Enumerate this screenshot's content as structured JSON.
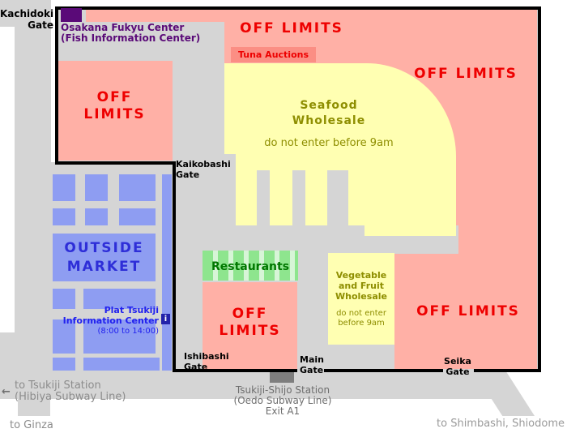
{
  "map": {
    "gates": {
      "kachidoki": {
        "line1": "Kachidoki",
        "line2": "Gate"
      },
      "kaikobashi": {
        "line1": "Kaikobashi",
        "line2": "Gate"
      },
      "ishibashi": {
        "line1": "Ishibashi",
        "line2": "Gate"
      },
      "main": {
        "line1": "Main",
        "line2": "Gate"
      },
      "seika": {
        "line1": "Seika",
        "line2": "Gate"
      }
    },
    "zones": {
      "off_limits_label": "OFF LIMITS",
      "off_limits_line1": "OFF",
      "off_limits_line2": "LIMITS",
      "tuna_auctions": "Tuna Auctions",
      "seafood": {
        "line1": "Seafood",
        "line2": "Wholesale",
        "note": "do not enter before 9am"
      },
      "vegetable": {
        "line1": "Vegetable",
        "line2": "and Fruit",
        "line3": "Wholesale",
        "note1": "do not enter",
        "note2": "before 9am"
      },
      "restaurants": "Restaurants",
      "outside_market": {
        "line1": "OUTSIDE",
        "line2": "MARKET"
      }
    },
    "pois": {
      "osakana": {
        "line1": "Osakana Fukyu Center",
        "line2": "(Fish Information Center)"
      },
      "plat": {
        "line1": "Plat Tsukiji",
        "line2": "Information Center",
        "line3": "(8:00 to 14:00)",
        "icon": "i"
      }
    },
    "transit": {
      "tsukiji_station": {
        "arrow": "←",
        "line1": "to Tsukiji Station",
        "line2": "(Hibiya Subway Line)"
      },
      "shijo_station": {
        "line1": "Tsukiji-Shijo Station",
        "line2": "(Oedo Subway Line)",
        "line3": "Exit A1"
      },
      "to_ginza": "to Ginza",
      "to_shimbashi": "to Shimbashi, Shiodome"
    },
    "colors": {
      "background_grey": "#d5d5d5",
      "off_limits_pink": "#ffb0a6",
      "tuna_pink": "#fb8e84",
      "off_limits_red": "#ee0000",
      "wholesale_yellow": "#ffffb2",
      "wholesale_text_olive": "#8e8e00",
      "market_blue": "#8e9df2",
      "market_text_blue": "#2e2ed8",
      "info_blue": "#2121ef",
      "restaurant_green": "#8ee58e",
      "restaurant_text_green": "#007700",
      "gate_purple": "#5a0a78",
      "station_grey": "#7e7e7e",
      "road_text_grey": "#8c8c8c",
      "border_black": "#000000"
    }
  }
}
